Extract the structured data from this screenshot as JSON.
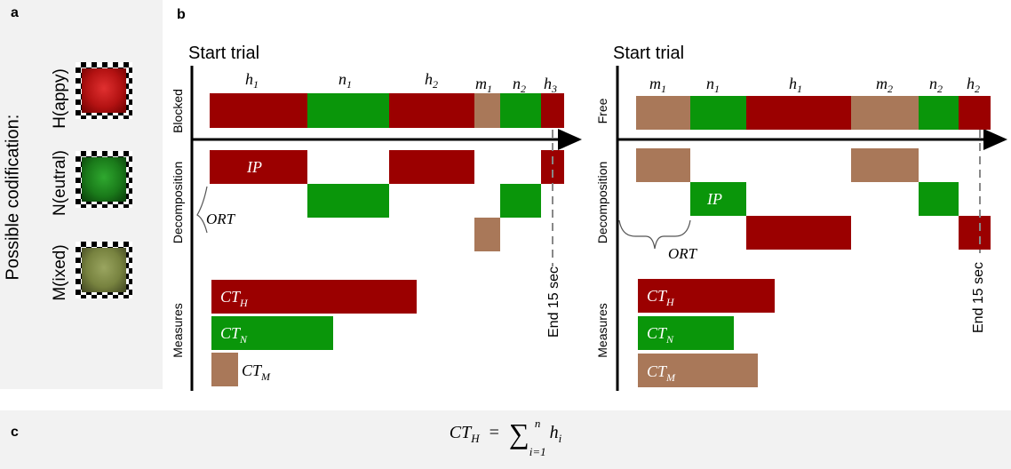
{
  "panels": {
    "a": "a",
    "b": "b",
    "c": "c"
  },
  "codification": {
    "title": "Possible codification:",
    "items": [
      {
        "label": "H(appy)",
        "color": "#c8161d"
      },
      {
        "label": "N(eutral)",
        "color": "#1f8f1f"
      },
      {
        "label": "M(ixed)",
        "color": "#8a9a55"
      }
    ]
  },
  "colors": {
    "happy": "#9b0000",
    "neutral": "#0a960a",
    "mixed": "#a97859"
  },
  "left": {
    "start": "Start trial",
    "condition": "Blocked",
    "row_labels": [
      "Decomposition",
      "Measures"
    ],
    "end_label": "End 15 sec",
    "seq_labels": [
      "h",
      "1",
      "n",
      "1",
      "h",
      "2",
      "m",
      "1",
      "n",
      "2",
      "h",
      "3"
    ],
    "ip": "IP",
    "ort": "ORT",
    "ct": [
      {
        "base": "CT",
        "sub": "H"
      },
      {
        "base": "CT",
        "sub": "N"
      },
      {
        "base": "CT",
        "sub": "M"
      }
    ]
  },
  "right": {
    "start": "Start trial",
    "condition": "Free",
    "row_labels": [
      "Decomposition",
      "Measures"
    ],
    "end_label": "End 15 sec",
    "seq_labels": [
      "m",
      "1",
      "n",
      "1",
      "h",
      "1",
      "m",
      "2",
      "n",
      "2",
      "h",
      "2"
    ],
    "ip": "IP",
    "ort": "ORT",
    "ct": [
      {
        "base": "CT",
        "sub": "H"
      },
      {
        "base": "CT",
        "sub": "N"
      },
      {
        "base": "CT",
        "sub": "M"
      }
    ]
  },
  "formula": {
    "lhs": "CT",
    "lhs_sub": "H",
    "eq": "=",
    "sum": "∑",
    "upper": "n",
    "lower": "i=1",
    "term": "h",
    "term_sub": "i"
  }
}
